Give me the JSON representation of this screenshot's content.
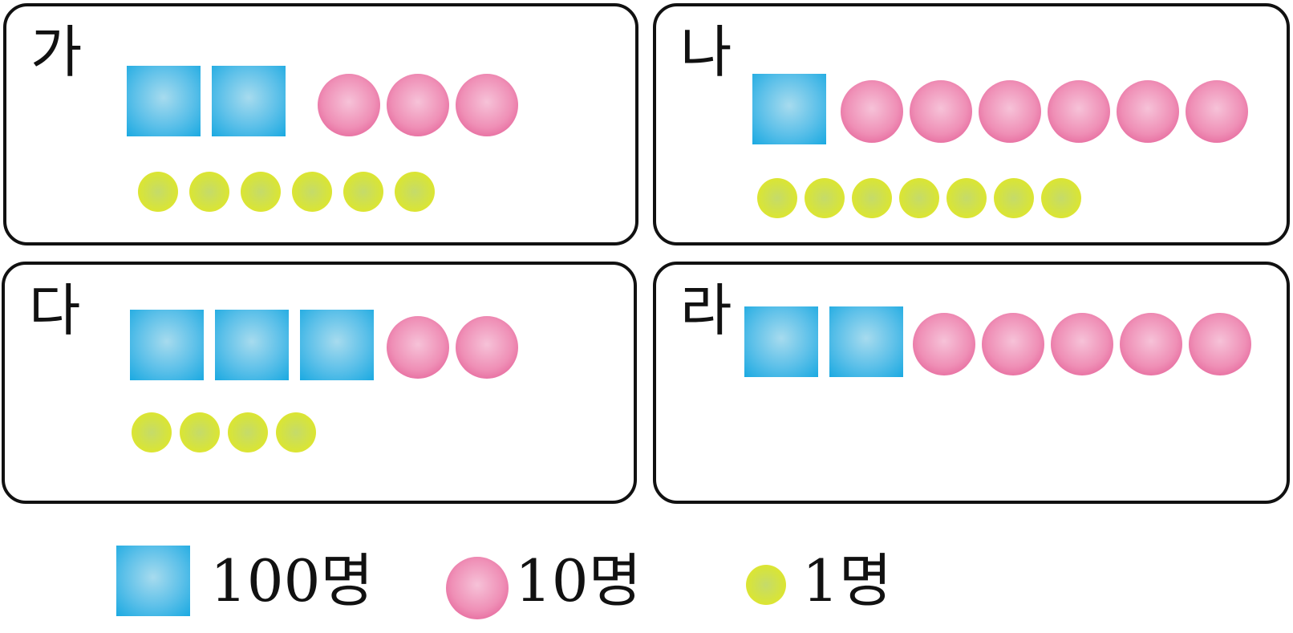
{
  "panels": [
    {
      "id": "ga",
      "label": "가",
      "hundreds": 2,
      "tens": 3,
      "ones": 6
    },
    {
      "id": "na",
      "label": "나",
      "hundreds": 1,
      "tens": 6,
      "ones": 7
    },
    {
      "id": "da",
      "label": "다",
      "hundreds": 3,
      "tens": 2,
      "ones": 4
    },
    {
      "id": "ra",
      "label": "라",
      "hundreds": 2,
      "tens": 5,
      "ones": 0
    }
  ],
  "legend": {
    "hundred_label": "100명",
    "ten_label": "10명",
    "one_label": "1명"
  },
  "colors": {
    "hundred_square": "#39b4e4",
    "ten_circle": "#ec7aa9",
    "one_circle": "#d9e23a"
  }
}
